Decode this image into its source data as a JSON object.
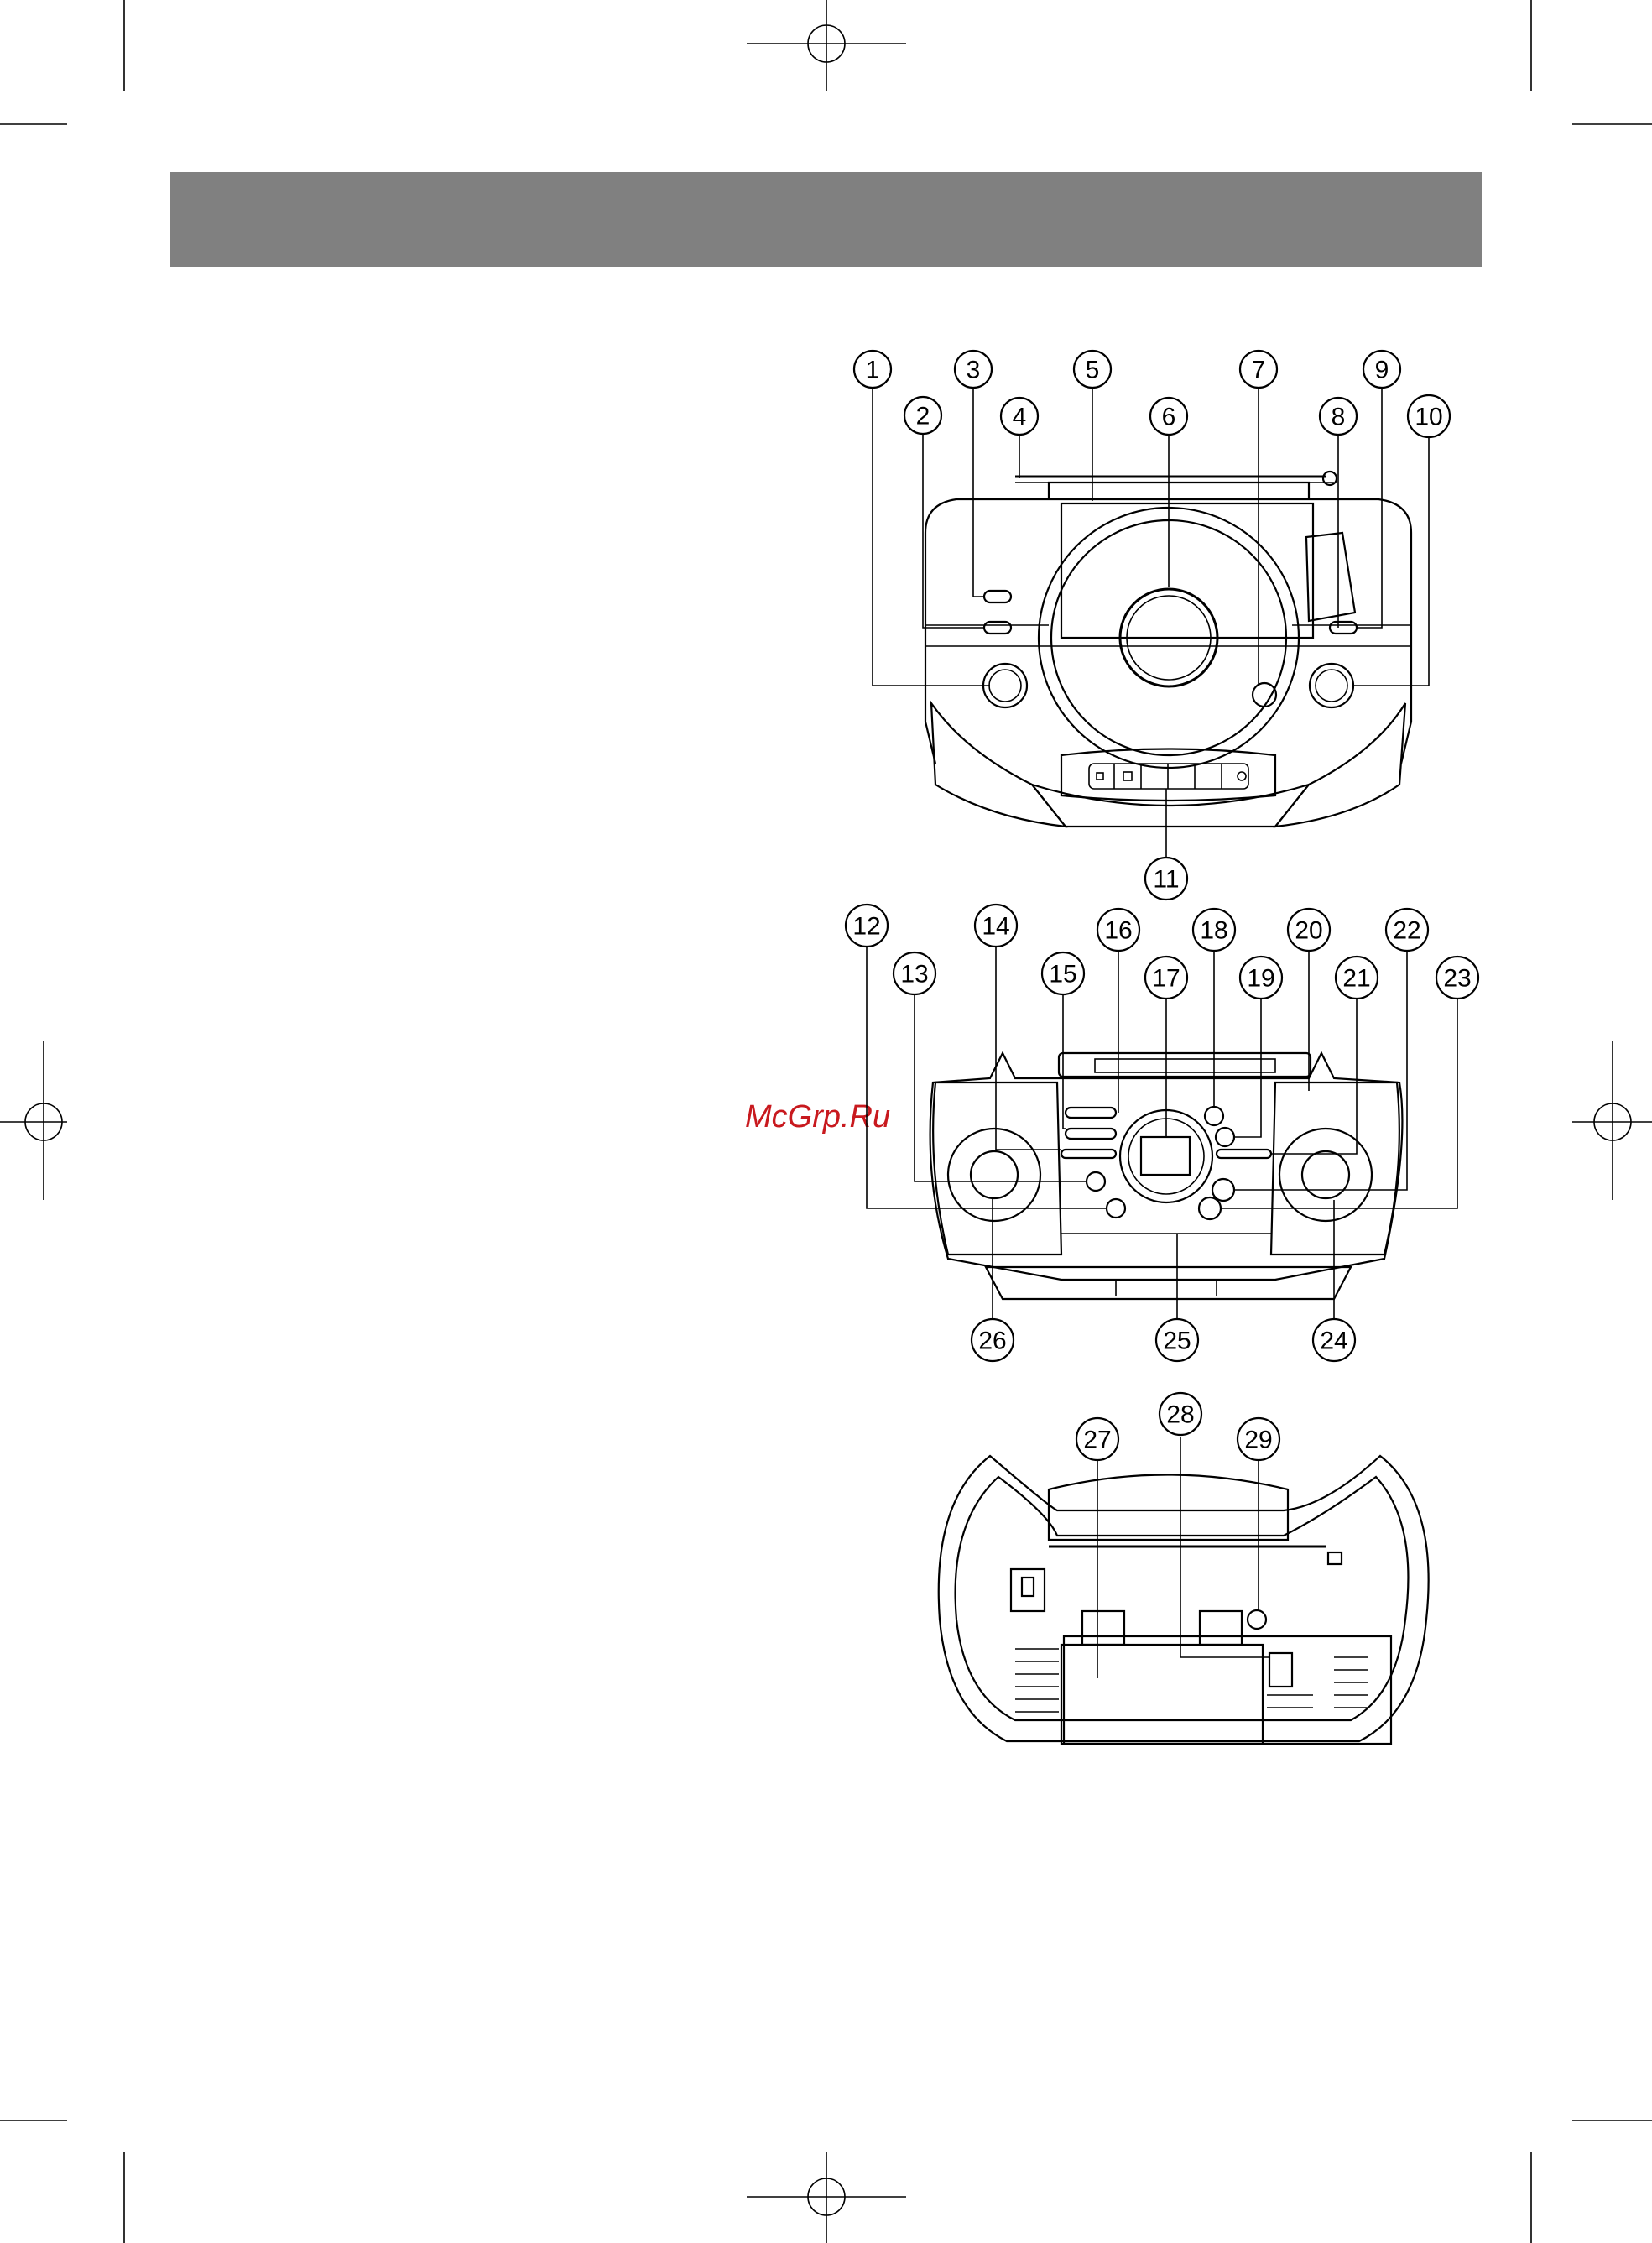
{
  "page": {
    "header_color": "#808080",
    "watermark": {
      "text": "McGrp.Ru",
      "color": "#c8191e"
    }
  },
  "callouts": [
    "1",
    "2",
    "3",
    "4",
    "5",
    "6",
    "7",
    "8",
    "9",
    "10",
    "11",
    "12",
    "13",
    "14",
    "15",
    "16",
    "17",
    "18",
    "19",
    "20",
    "21",
    "22",
    "23",
    "24",
    "25",
    "26",
    "27",
    "28",
    "29"
  ],
  "button_icons": {
    "front_top_panel": [
      "stop-icon",
      "square-icon",
      "prev-icon",
      "next-icon",
      "play-icon",
      "power-icon"
    ]
  }
}
